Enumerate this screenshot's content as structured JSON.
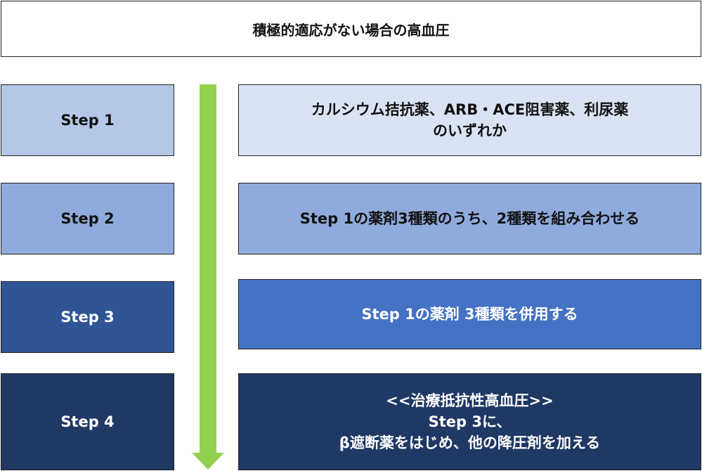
{
  "title": "積極的適応がない場合の高血圧",
  "steps": [
    {
      "label": "Step 1",
      "lines": [
        "カルシウム拮抗薬、ARB・ACE阻害薬、利尿薬",
        "のいずれか"
      ]
    },
    {
      "label": "Step 2",
      "lines": [
        "Step 1の薬剤3種類のうち、2種類を組み合わせる"
      ]
    },
    {
      "label": "Step 3",
      "lines": [
        "Step 1の薬剤 3種類を併用する"
      ]
    },
    {
      "label": "Step 4",
      "lines": [
        "<<治療抵抗性高血圧>>",
        "Step 3に、",
        "β遮断薬をはじめ、他の降圧剤を加える"
      ]
    }
  ],
  "colors": {
    "arrow": "#92d050",
    "step1": "#b4c7e7",
    "step2": "#8faadc",
    "step3": "#2f5597",
    "step4": "#1f3864",
    "desc1": "#dae3f3",
    "desc2": "#8faadc",
    "desc3": "#4472c4",
    "desc4": "#1f3864"
  },
  "icons": {
    "progression": "down-arrow-icon"
  }
}
